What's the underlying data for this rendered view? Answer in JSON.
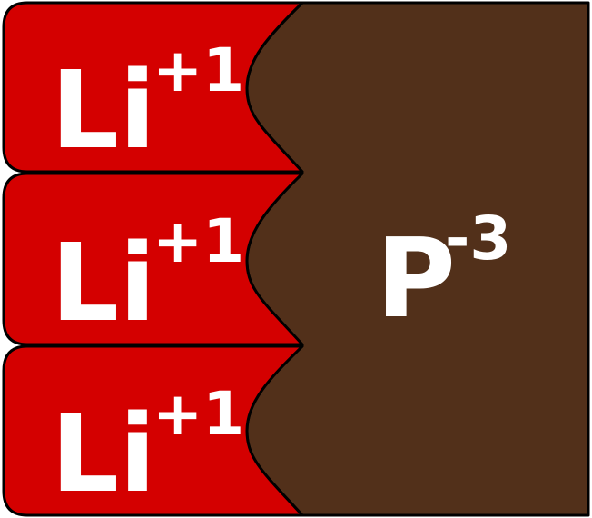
{
  "cations": [
    {
      "symbol": "Li",
      "charge": "+1"
    },
    {
      "symbol": "Li",
      "charge": "+1"
    },
    {
      "symbol": "Li",
      "charge": "+1"
    }
  ],
  "anion": {
    "symbol": "P",
    "charge": "-3"
  },
  "colors": {
    "cation_fill": "#d40000",
    "anion_fill": "#52301a",
    "outline": "#000000",
    "label": "#ffffff"
  }
}
